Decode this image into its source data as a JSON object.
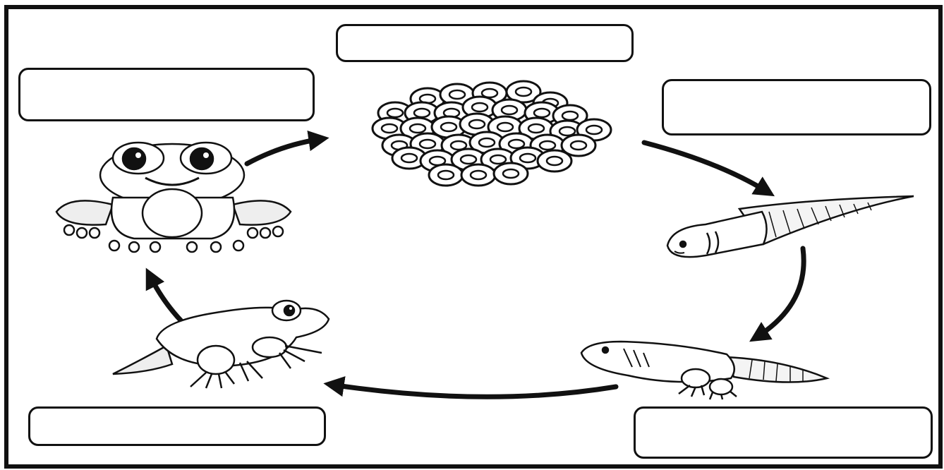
{
  "worksheet": {
    "labels": {
      "eggs_label": "",
      "tadpole_label": "",
      "tadpole_with_legs_label": "",
      "froglet_label": "",
      "adult_frog_label": ""
    },
    "stages": [
      {
        "id": "eggs",
        "icon": "frog-eggs-icon"
      },
      {
        "id": "tadpole",
        "icon": "tadpole-icon"
      },
      {
        "id": "tadpole_with_legs",
        "icon": "tadpole-with-legs-icon"
      },
      {
        "id": "froglet",
        "icon": "froglet-icon"
      },
      {
        "id": "adult_frog",
        "icon": "adult-frog-icon"
      }
    ],
    "colors": {
      "ink": "#111111",
      "paper": "#ffffff",
      "fin": "#eeeeee"
    }
  }
}
